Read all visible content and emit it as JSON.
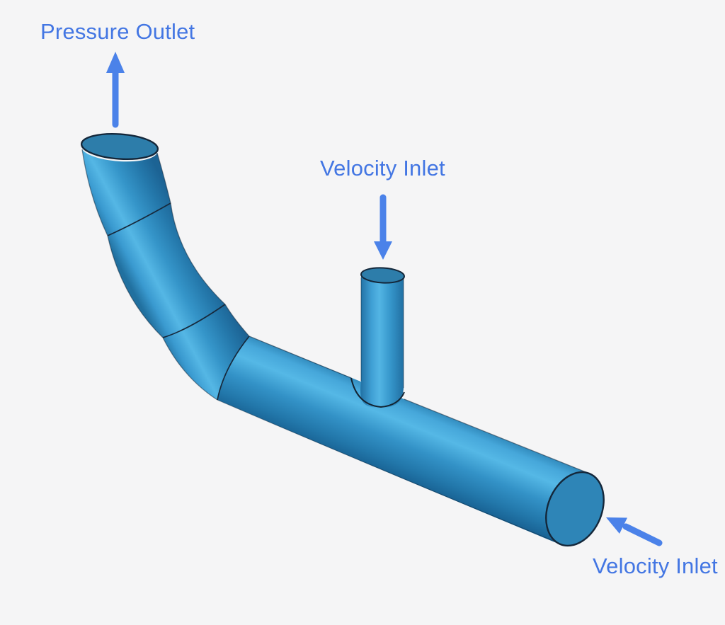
{
  "figure": {
    "background": "#f5f5f6",
    "annotation_color": "#4376e3",
    "arrow_color": "#4b82e9",
    "pipe_colors": {
      "highlight": "#55b8e6",
      "mid": "#2e8dc3",
      "shadow": "#175f90",
      "opening_face": "#2d7daa",
      "end_face": "#2e85b7",
      "edge_line": "#14273a"
    },
    "annotations": [
      {
        "id": "pressure-outlet",
        "label": "Pressure Outlet",
        "arrow_direction": "up"
      },
      {
        "id": "velocity-inlet-branch",
        "label": "Velocity Inlet",
        "arrow_direction": "down"
      },
      {
        "id": "velocity-inlet-main",
        "label": "Velocity Inlet",
        "arrow_direction": "up-left"
      }
    ]
  }
}
